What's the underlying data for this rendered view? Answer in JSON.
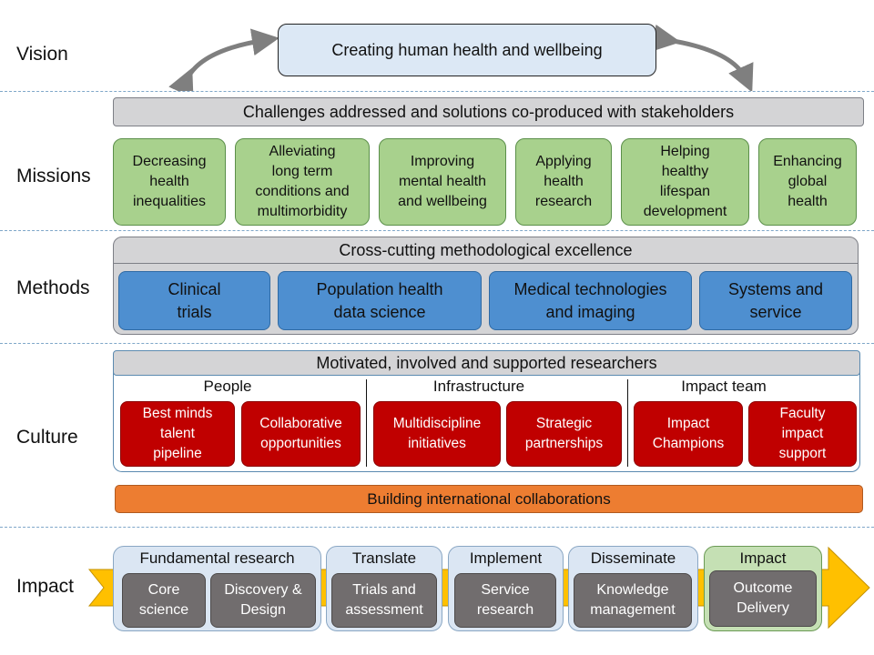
{
  "row_labels": {
    "vision": "Vision",
    "missions": "Missions",
    "methods": "Methods",
    "culture": "Culture",
    "impact": "Impact"
  },
  "vision": {
    "text": "Creating human health and wellbeing"
  },
  "missions": {
    "banner": "Challenges addressed and solutions co-produced with stakeholders",
    "items": [
      "Decreasing\nhealth\ninequalities",
      "Alleviating\nlong term\nconditions and\nmultimorbidity",
      "Improving\nmental health\nand wellbeing",
      "Applying\nhealth\nresearch",
      "Helping\nhealthy\nlifespan\ndevelopment",
      "Enhancing\nglobal\nhealth"
    ]
  },
  "methods": {
    "banner": "Cross-cutting methodological excellence",
    "items": [
      "Clinical\ntrials",
      "Population health\ndata science",
      "Medical technologies\nand imaging",
      "Systems and\nservice"
    ]
  },
  "culture": {
    "banner": "Motivated, involved and supported researchers",
    "columns": [
      "People",
      "Infrastructure",
      "Impact team"
    ],
    "items": [
      "Best minds\ntalent\npipeline",
      "Collaborative\nopportunities",
      "Multidiscipline\ninitiatives",
      "Strategic\npartnerships",
      "Impact\nChampions",
      "Faculty\nimpact\nsupport"
    ],
    "international": "Building international collaborations"
  },
  "impact": {
    "groups": [
      {
        "title": "Fundamental research",
        "items": [
          "Core\nscience",
          "Discovery &\nDesign"
        ]
      },
      {
        "title": "Translate",
        "items": [
          "Trials and\nassessment"
        ]
      },
      {
        "title": "Implement",
        "items": [
          "Service\nresearch"
        ]
      },
      {
        "title": "Disseminate",
        "items": [
          "Knowledge\nmanagement"
        ]
      },
      {
        "title": "Impact",
        "items": [
          "Outcome\nDelivery"
        ]
      }
    ]
  },
  "colors": {
    "vision_fill": "#dce8f5",
    "mission_green": "#a8d18d",
    "method_blue": "#4e8fd0",
    "culture_red": "#c00000",
    "international_orange": "#ed7d31",
    "impact_arrow": "#ffc000",
    "impact_dark": "#716d6e",
    "impact_final_green": "#c5e0b4"
  }
}
